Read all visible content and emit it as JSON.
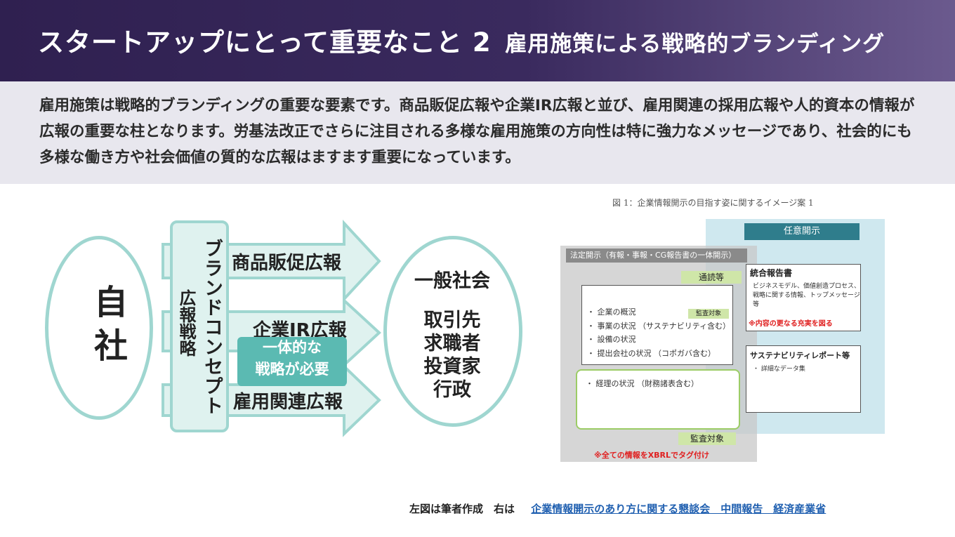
{
  "header": {
    "title_main": "スタートアップにとって重要なこと 2",
    "title_sub": "雇用施策による戦略的ブランディング"
  },
  "intro": {
    "text": "雇用施策は戦略的ブランディングの重要な要素です。商品販促広報や企業IR広報と並び、雇用関連の採用広報や人的資本の情報が広報の重要な柱となります。労基法改正でさらに注目される多様な雇用施策の方向性は特に強力なメッセージであり、社会的にも多様な働き方や社会価値の質的な広報はますます重要になっています。"
  },
  "diagram": {
    "company": "自社",
    "pr_strategy": "広報戦略",
    "brand_concept": "ブランドコンセプト",
    "arrows": [
      "商品販促広報",
      "企業IR広報",
      "雇用関連広報"
    ],
    "badge_line1": "一体的な",
    "badge_line2": "戦略が必要",
    "audience_title": "一般社会",
    "audience_items": [
      "取引先",
      "求職者",
      "投資家",
      "行政"
    ],
    "colors": {
      "teal_border": "#9fd6d0",
      "teal_fill": "#dff2ef",
      "badge": "#5bbab2"
    }
  },
  "reference_figure": {
    "caption": "図 1：企業情報開示の目指す姿に関するイメージ案 1",
    "voluntary_header": "任意開示",
    "statutory_header": "法定開示（有報・事報・CG報告書の一体開示）",
    "tsudoku": "通読等",
    "audit_small": "監査対象",
    "statutory_items": [
      "企業の概況",
      "事業の状況 （サステナビリティ含む）",
      "設備の状況",
      "提出会社の状況 （コポガバ含む）"
    ],
    "accounting_item": "経理の状況 （財務諸表含む）",
    "audit_label": "監査対象",
    "xbrl_note": "※全ての情報をXBRLでタグ付け",
    "integrated_report_title": "統合報告書",
    "integrated_report_body": [
      "ビジネスモデル、価値創造プロセス、",
      "戦略に関する情報、トップメッセージ",
      "等"
    ],
    "integrated_report_note": "※内容の更なる充実を図る",
    "sustainability_title": "サステナビリティレポート等",
    "sustainability_item": "詳細なデータ集"
  },
  "footer": {
    "credit": "左図は筆者作成　右は",
    "source_link": "企業情報開示のあり方に関する懇談会　中間報告　経済産業省"
  }
}
